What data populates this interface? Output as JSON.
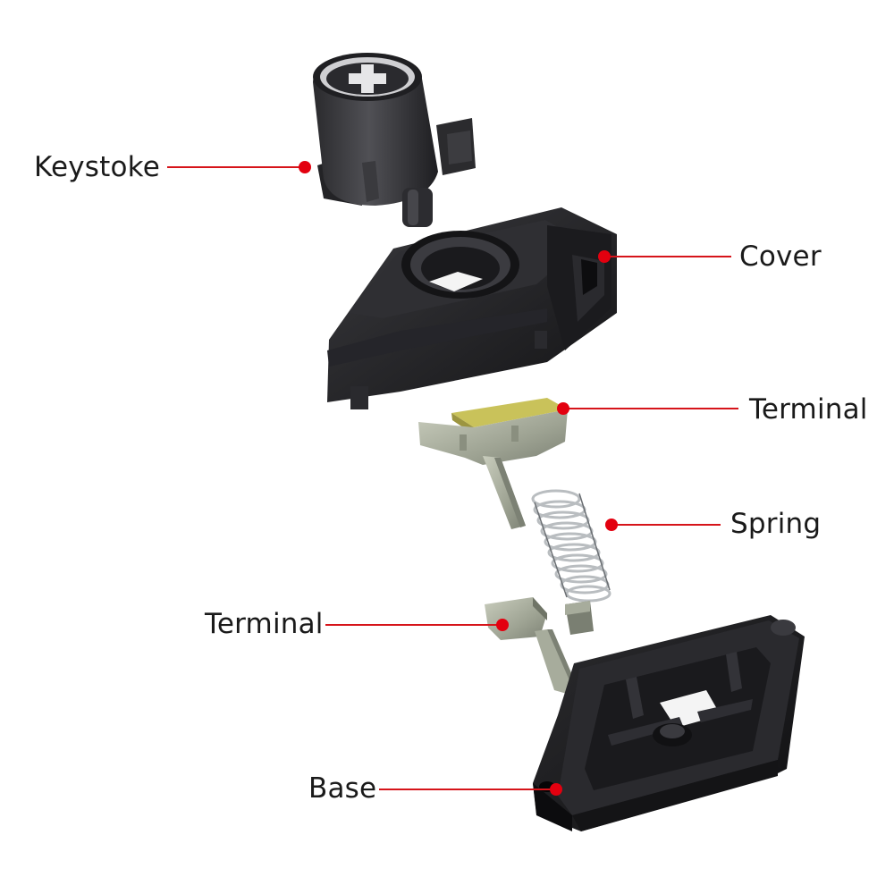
{
  "diagram": {
    "labels": {
      "keystroke": "Keystoke",
      "cover": "Cover",
      "terminal_upper": "Terminal",
      "spring": "Spring",
      "terminal_lower": "Terminal",
      "base": "Base"
    },
    "colors": {
      "leader": "#d6141a",
      "dot": "#e3000f",
      "plastic_dark": "#1c1c1e",
      "plastic_mid": "#2e2e31",
      "plastic_light": "#4a4a4e",
      "metal": "#a7ac9c",
      "metal_light": "#d4d8c8",
      "metal_dark": "#6f7466",
      "gold_accent": "#c9c25a",
      "spring": "#bfc3c6"
    }
  }
}
